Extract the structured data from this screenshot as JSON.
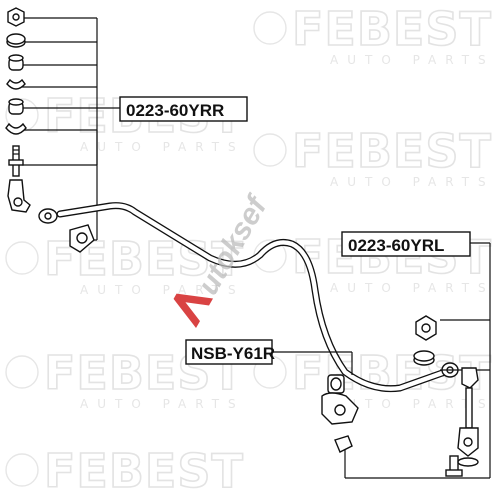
{
  "labels": {
    "rear_right_link": "0223-60YRR",
    "rear_left_link": "0223-60YRL",
    "bushing": "NSB-Y61R"
  },
  "watermark": {
    "brand": "FEBEST",
    "tagline": "AUTO PARTS"
  },
  "overlay_logo": {
    "text": "utoksef",
    "accent_color": "#d22222"
  },
  "colors": {
    "ink": "#111111",
    "watermark": "#e3e3e3"
  }
}
